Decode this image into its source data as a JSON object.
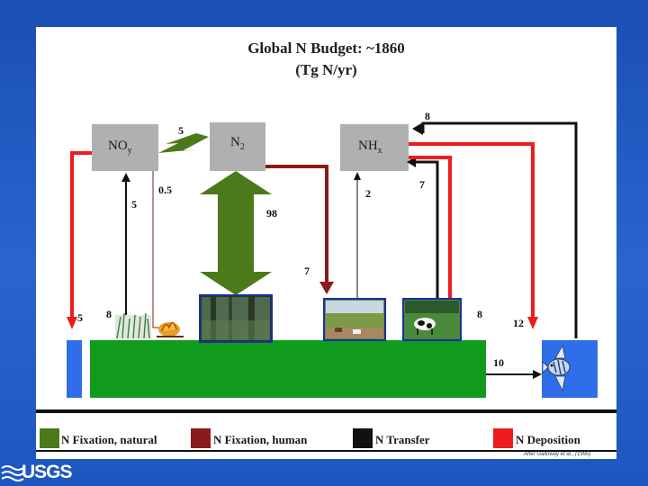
{
  "title": "Global N Budget: ~1860",
  "subtitle": "(Tg N/yr)",
  "boxes": {
    "noy": {
      "main": "NO",
      "sub": "y"
    },
    "n2": {
      "main": "N",
      "sub": "2"
    },
    "nhx": {
      "main": "NH",
      "sub": "x"
    }
  },
  "flows": {
    "lightning": "5",
    "noy_deposition_left": "5",
    "noy_up_from_land": "5",
    "fire_to_noy": "0.5",
    "biomass_to_noy": "8",
    "natural_fixation": "98",
    "human_fixation": "7",
    "land_to_nhx": "2",
    "animals_to_nhx": "7",
    "ocean_to_nhx": "8",
    "nhx_deposition_land": "8",
    "nhx_deposition_ocean": "12",
    "land_to_ocean": "10"
  },
  "legend": {
    "natural": "N Fixation, natural",
    "human": "N Fixation, human",
    "transfer": "N Transfer",
    "deposition": "N Deposition"
  },
  "colors": {
    "natural": "#4a7a1a",
    "human": "#8b1a1a",
    "transfer": "#111111",
    "deposition": "#ee1c1c",
    "land": "#119b1c",
    "ocean": "#2f6ee8",
    "box": "#b0b0b0"
  },
  "credit": "After Galloway et al., (1995)",
  "logo": "USGS"
}
